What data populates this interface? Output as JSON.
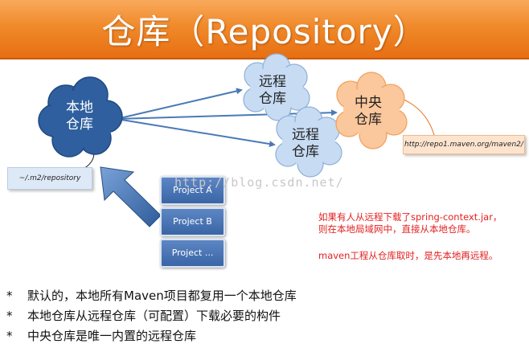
{
  "title": "仓库（Repository）",
  "clouds": {
    "local": [
      "本地",
      "仓库"
    ],
    "remote_1": [
      "远程",
      "仓库"
    ],
    "remote_2": [
      "远程",
      "仓库"
    ],
    "central": [
      "中央",
      "仓库"
    ]
  },
  "callouts": {
    "local_path": "~/.m2/repository",
    "central_url": "http://repo1.maven.org/maven2/"
  },
  "projects": [
    "Project A",
    "Project B",
    "Project ..."
  ],
  "watermark": "http://blog.csdn.net/",
  "notes": [
    "如果有人从远程下载了spring-context.jar，",
    "则在本地局域网中，直接从本地仓库。",
    "maven工程从仓库取时，是先本地再远程。"
  ],
  "bullets": [
    "默认的，本地所有Maven项目都复用一个本地仓库",
    "本地仓库从远程仓库（可配置）下载必要的构件",
    "中央仓库是唯一内置的远程仓库"
  ],
  "bullet_marker": "*",
  "colors": {
    "banner": "#f08a2a",
    "local_cloud": "#2f5f9e",
    "remote_cloud": "#c7dcf3",
    "central_cloud": "#fbc79c",
    "arrow": "#4a7ab5",
    "note_text": "#e21f1f"
  }
}
